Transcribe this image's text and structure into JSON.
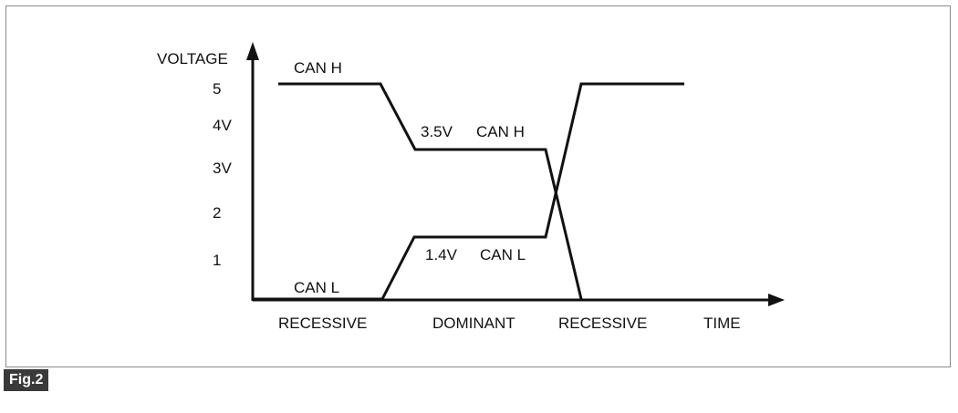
{
  "diagram": {
    "y_axis_label": "VOLTAGE",
    "x_axis_label": "TIME",
    "y_ticks": [
      "5",
      "4V",
      "3V",
      "2",
      "1"
    ],
    "signals": {
      "can_h_top": "CAN H",
      "can_l_bottom": "CAN L",
      "dominant_h_voltage": "3.5V",
      "dominant_h_name": "CAN H",
      "dominant_l_voltage": "1.4V",
      "dominant_l_name": "CAN L"
    },
    "phases": [
      "RECESSIVE",
      "DOMINANT",
      "RECESSIVE"
    ]
  },
  "figure_label": "Fig.2"
}
